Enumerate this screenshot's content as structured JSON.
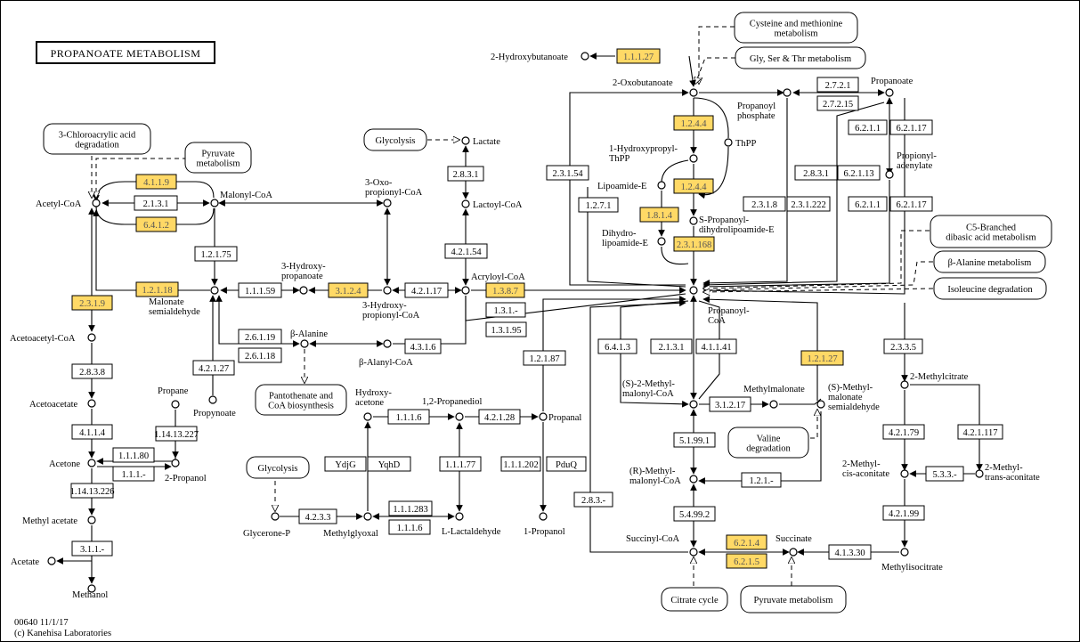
{
  "title": "PROPANOATE METABOLISM",
  "footer": {
    "code": "00640 11/1/17",
    "copyright": "(c) Kanehisa Laboratories"
  },
  "compounds": [
    {
      "id": "acetylcoa",
      "label": "Acetyl-CoA"
    },
    {
      "id": "malonylcoa",
      "label": "Malonyl-CoA"
    },
    {
      "id": "oxopropionylcoa",
      "label": "3-Oxo-\npropionyl-CoA"
    },
    {
      "id": "lactate",
      "label": "Lactate"
    },
    {
      "id": "lactoylcoa",
      "label": "Lactoyl-CoA"
    },
    {
      "id": "acryloylcoa",
      "label": "Acryloyl-CoA"
    },
    {
      "id": "hydroxypropanoate",
      "label": "3-Hydroxy-\npropanoate"
    },
    {
      "id": "hydroxypropionylcoa",
      "label": "3-Hydroxy-\npropionyl-CoA"
    },
    {
      "id": "malonatesemi",
      "label": "Malonate\nsemialdehyde"
    },
    {
      "id": "betaalanine",
      "label": "β-Alanine"
    },
    {
      "id": "betaalanylcoa",
      "label": "β-Alanyl-CoA"
    },
    {
      "id": "acetoacetylcoa",
      "label": "Acetoacetyl-CoA"
    },
    {
      "id": "acetoacetate",
      "label": "Acetoacetate"
    },
    {
      "id": "acetone",
      "label": "Acetone"
    },
    {
      "id": "methylacetate",
      "label": "Methyl acetate"
    },
    {
      "id": "acetate",
      "label": "Acetate"
    },
    {
      "id": "methanol",
      "label": "Methanol"
    },
    {
      "id": "propane",
      "label": "Propane"
    },
    {
      "id": "propynoate",
      "label": "Propynoate"
    },
    {
      "id": "propanol2",
      "label": "2-Propanol"
    },
    {
      "id": "hydroxyacetone",
      "label": "Hydroxy-\nacetone"
    },
    {
      "id": "propanediol",
      "label": "1,2-Propanediol"
    },
    {
      "id": "propanal",
      "label": "Propanal"
    },
    {
      "id": "propanol1",
      "label": "1-Propanol"
    },
    {
      "id": "glyceronep",
      "label": "Glycerone-P"
    },
    {
      "id": "methylglyoxal",
      "label": "Methylglyoxal"
    },
    {
      "id": "lactaldehyde",
      "label": "L-Lactaldehyde"
    },
    {
      "id": "hydroxybutanoate",
      "label": "2-Hydroxybutanoate"
    },
    {
      "id": "oxobutanoate",
      "label": "2-Oxobutanoate"
    },
    {
      "id": "hydroxypropylthpp",
      "label": "1-Hydroxypropyl-\nThPP"
    },
    {
      "id": "thpp",
      "label": "ThPP"
    },
    {
      "id": "lipoamidee",
      "label": "Lipoamide-E"
    },
    {
      "id": "dihydrolipoamide",
      "label": "Dihydro-\nlipoamide-E"
    },
    {
      "id": "spropanoyl",
      "label": "S-Propanoyl-\ndihydrolipoamide-E"
    },
    {
      "id": "propanoylphosphate",
      "label": "Propanoyl\nphosphate"
    },
    {
      "id": "propanoate",
      "label": "Propanoate"
    },
    {
      "id": "propionyladenylate",
      "label": "Propionyl-\nadenylate"
    },
    {
      "id": "propanoylcoa",
      "label": "Propanoyl-\nCoA"
    },
    {
      "id": "smethylmalonylcoa",
      "label": "(S)-2-Methyl-\nmalonyl-CoA"
    },
    {
      "id": "methylmalonate",
      "label": "Methylmalonate"
    },
    {
      "id": "smethylmalonatesemi",
      "label": "(S)-Methyl-\nmalonate\nsemialdehyde"
    },
    {
      "id": "rmethylmalonylcoa",
      "label": "(R)-Methyl-\nmalonyl-CoA"
    },
    {
      "id": "succinylcoa",
      "label": "Succinyl-CoA"
    },
    {
      "id": "succinate",
      "label": "Succinate"
    },
    {
      "id": "methylcitrate",
      "label": "2-Methylcitrate"
    },
    {
      "id": "methylcisaconitate",
      "label": "2-Methyl-\ncis-aconitate"
    },
    {
      "id": "methyltransaconitate",
      "label": "2-Methyl-\ntrans-aconitate"
    },
    {
      "id": "methylisocitrate",
      "label": "Methylisocitrate"
    }
  ],
  "pathways": [
    {
      "id": "chloroacrylic",
      "label": "3-Chloroacrylic acid\ndegradation"
    },
    {
      "id": "pyruvate1",
      "label": "Pyruvate\nmetabolism"
    },
    {
      "id": "glycolysis1",
      "label": "Glycolysis"
    },
    {
      "id": "pantothenate",
      "label": "Pantothenate and\nCoA biosynthesis"
    },
    {
      "id": "glycolysis2",
      "label": "Glycolysis"
    },
    {
      "id": "cysteine",
      "label": "Cysteine and methionine\nmetabolism"
    },
    {
      "id": "glyserthr",
      "label": "Gly, Ser & Thr metabolism"
    },
    {
      "id": "c5branched",
      "label": "C5-Branched\ndibasic acid metabolism"
    },
    {
      "id": "betaalaninemet",
      "label": "β-Alanine metabolism"
    },
    {
      "id": "isoleucine",
      "label": "Isoleucine degradation"
    },
    {
      "id": "valine",
      "label": "Valine\ndegradation"
    },
    {
      "id": "citrate",
      "label": "Citrate cycle"
    },
    {
      "id": "pyruvate2",
      "label": "Pyruvate metabolism"
    }
  ],
  "enzymes": [
    "4.1.1.9",
    "2.1.3.1",
    "6.4.1.2",
    "1.2.1.75",
    "1.2.1.18",
    "2.3.1.9",
    "2.8.3.8",
    "4.1.1.4",
    "1.1.1.80",
    "1.1.1.-",
    "1.14.13.227",
    "1.14.13.226",
    "3.1.1.-",
    "1.1.1.59",
    "3.1.2.4",
    "4.2.1.17",
    "1.3.8.7",
    "1.3.1.-",
    "1.3.1.95",
    "2.6.1.19",
    "2.6.1.18",
    "4.3.1.6",
    "4.2.1.27",
    "2.8.3.1",
    "4.2.1.54",
    "1.2.1.87",
    "1.1.1.6",
    "4.2.1.28",
    "1.1.1.77",
    "1.1.1.283",
    "1.1.1.6b",
    "4.2.3.3",
    "YdjG",
    "YqhD",
    "1.1.1.202",
    "PduQ",
    "1.1.1.27",
    "1.2.4.4a",
    "1.2.4.4b",
    "1.8.1.4",
    "2.3.1.168",
    "2.3.1.54",
    "1.2.7.1",
    "2.7.2.1",
    "2.7.2.15",
    "2.8.3.1b",
    "6.2.1.13",
    "6.2.1.1a",
    "6.2.1.17a",
    "6.2.1.1b",
    "6.2.1.17b",
    "2.3.1.8",
    "2.3.1.222",
    "6.4.1.3",
    "2.1.3.1b",
    "4.1.1.41",
    "1.2.1.27",
    "2.3.3.5",
    "3.1.2.17",
    "5.1.99.1",
    "1.2.1.-",
    "5.4.99.2",
    "2.8.3.-",
    "6.2.1.4",
    "6.2.1.5",
    "4.1.3.30",
    "4.2.1.79",
    "4.2.1.117",
    "5.3.3.-",
    "4.2.1.99"
  ],
  "enzyme_labels": {
    "4.1.1.9": "4.1.1.9",
    "2.1.3.1": "2.1.3.1",
    "6.4.1.2": "6.4.1.2",
    "1.2.1.75": "1.2.1.75",
    "1.2.1.18": "1.2.1.18",
    "2.3.1.9": "2.3.1.9",
    "2.8.3.8": "2.8.3.8",
    "4.1.1.4": "4.1.1.4",
    "1.1.1.80": "1.1.1.80",
    "1.1.1.-": "1.1.1.-",
    "1.14.13.227": "1.14.13.227",
    "1.14.13.226": "1.14.13.226",
    "3.1.1.-": "3.1.1.-",
    "1.1.1.59": "1.1.1.59",
    "3.1.2.4": "3.1.2.4",
    "4.2.1.17": "4.2.1.17",
    "1.3.8.7": "1.3.8.7",
    "1.3.1.-": "1.3.1.-",
    "1.3.1.95": "1.3.1.95",
    "2.6.1.19": "2.6.1.19",
    "2.6.1.18": "2.6.1.18",
    "4.3.1.6": "4.3.1.6",
    "4.2.1.27": "4.2.1.27",
    "2.8.3.1": "2.8.3.1",
    "4.2.1.54": "4.2.1.54",
    "1.2.1.87": "1.2.1.87",
    "1.1.1.6": "1.1.1.6",
    "4.2.1.28": "4.2.1.28",
    "1.1.1.77": "1.1.1.77",
    "1.1.1.283": "1.1.1.283",
    "1.1.1.6b": "1.1.1.6",
    "4.2.3.3": "4.2.3.3",
    "YdjG": "YdjG",
    "YqhD": "YqhD",
    "1.1.1.202": "1.1.1.202",
    "PduQ": "PduQ",
    "1.1.1.27": "1.1.1.27",
    "1.2.4.4a": "1.2.4.4",
    "1.2.4.4b": "1.2.4.4",
    "1.8.1.4": "1.8.1.4",
    "2.3.1.168": "2.3.1.168",
    "2.3.1.54": "2.3.1.54",
    "1.2.7.1": "1.2.7.1",
    "2.7.2.1": "2.7.2.1",
    "2.7.2.15": "2.7.2.15",
    "2.8.3.1b": "2.8.3.1",
    "6.2.1.13": "6.2.1.13",
    "6.2.1.1a": "6.2.1.1",
    "6.2.1.17a": "6.2.1.17",
    "6.2.1.1b": "6.2.1.1",
    "6.2.1.17b": "6.2.1.17",
    "2.3.1.8": "2.3.1.8",
    "2.3.1.222": "2.3.1.222",
    "6.4.1.3": "6.4.1.3",
    "2.1.3.1b": "2.1.3.1",
    "4.1.1.41": "4.1.1.41",
    "1.2.1.27": "1.2.1.27",
    "2.3.3.5": "2.3.3.5",
    "3.1.2.17": "3.1.2.17",
    "5.1.99.1": "5.1.99.1",
    "1.2.1.-": "1.2.1.-",
    "5.4.99.2": "5.4.99.2",
    "2.8.3.-": "2.8.3.-",
    "6.2.1.4": "6.2.1.4",
    "6.2.1.5": "6.2.1.5",
    "4.1.3.30": "4.1.3.30",
    "4.2.1.79": "4.2.1.79",
    "4.2.1.117": "4.2.1.117",
    "5.3.3.-": "5.3.3.-",
    "4.2.1.99": "4.2.1.99"
  },
  "highlighted_enzymes": [
    "4.1.1.9",
    "6.4.1.2",
    "1.2.1.18",
    "2.3.1.9",
    "3.1.2.4",
    "1.3.8.7",
    "1.1.1.27",
    "1.2.4.4a",
    "1.2.4.4b",
    "1.8.1.4",
    "2.3.1.168",
    "1.2.1.27",
    "6.2.1.4",
    "6.2.1.5"
  ],
  "colors": {
    "highlight": "#ffd966",
    "line": "#000000",
    "background": "#ffffff"
  }
}
